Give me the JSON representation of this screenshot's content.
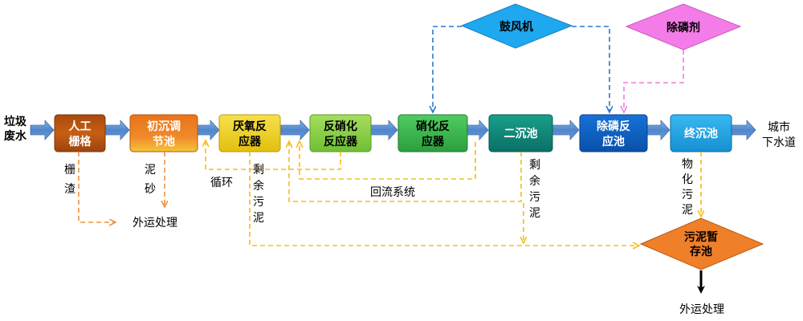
{
  "inputs": {
    "waste_water_l1": "垃圾",
    "waste_water_l2": "废水",
    "blower": "鼓风机",
    "p_remover": "除磷剂"
  },
  "process": {
    "screen_l1": "人工",
    "screen_l2": "栅格",
    "primary_l1": "初沉调",
    "primary_l2": "节池",
    "anaerobic_l1": "厌氧反",
    "anaerobic_l2": "应器",
    "denit_l1": "反硝化",
    "denit_l2": "反应器",
    "nit_l1": "硝化反",
    "nit_l2": "应器",
    "secondary": "二沉池",
    "pdef_l1": "除磷反",
    "pdef_l2": "应池",
    "final": "终沉池",
    "sludge_tank_l1": "污泥暂",
    "sludge_tank_l2": "存池"
  },
  "outputs": {
    "city_sewer_l1": "城市",
    "city_sewer_l2": "下水道",
    "haul_away_1": "外运处理",
    "haul_away_2": "外运处理"
  },
  "labels": {
    "screenings": [
      "栅",
      "渣"
    ],
    "grit": [
      "泥",
      "砂"
    ],
    "circulation": "循环",
    "return_flow": "回流系统",
    "excess_sludge_1": [
      "剩",
      "余",
      "污",
      "泥"
    ],
    "excess_sludge_2": [
      "剩",
      "余",
      "污",
      "泥"
    ],
    "chem_sludge": [
      "物",
      "化",
      "污",
      "泥"
    ]
  },
  "colors": {
    "screen": "#c05a12",
    "primary": "#f07820",
    "anaerobic": "#f0d020",
    "denit": "#8fd04a",
    "nit": "#3fbf5a",
    "secondary": "#108a7a",
    "pdef": "#0d63c8",
    "final": "#22a9e8",
    "blower": "#1ea8ef",
    "p_remover": "#f47ce8",
    "sludge_tank": "#f07f2a",
    "flow_arrow": "#5b8fd0",
    "dash_orange": "#f09040",
    "dash_yellow": "#f6bd16",
    "dash_blue": "#2979c9",
    "dash_pink": "#f27ce2"
  }
}
